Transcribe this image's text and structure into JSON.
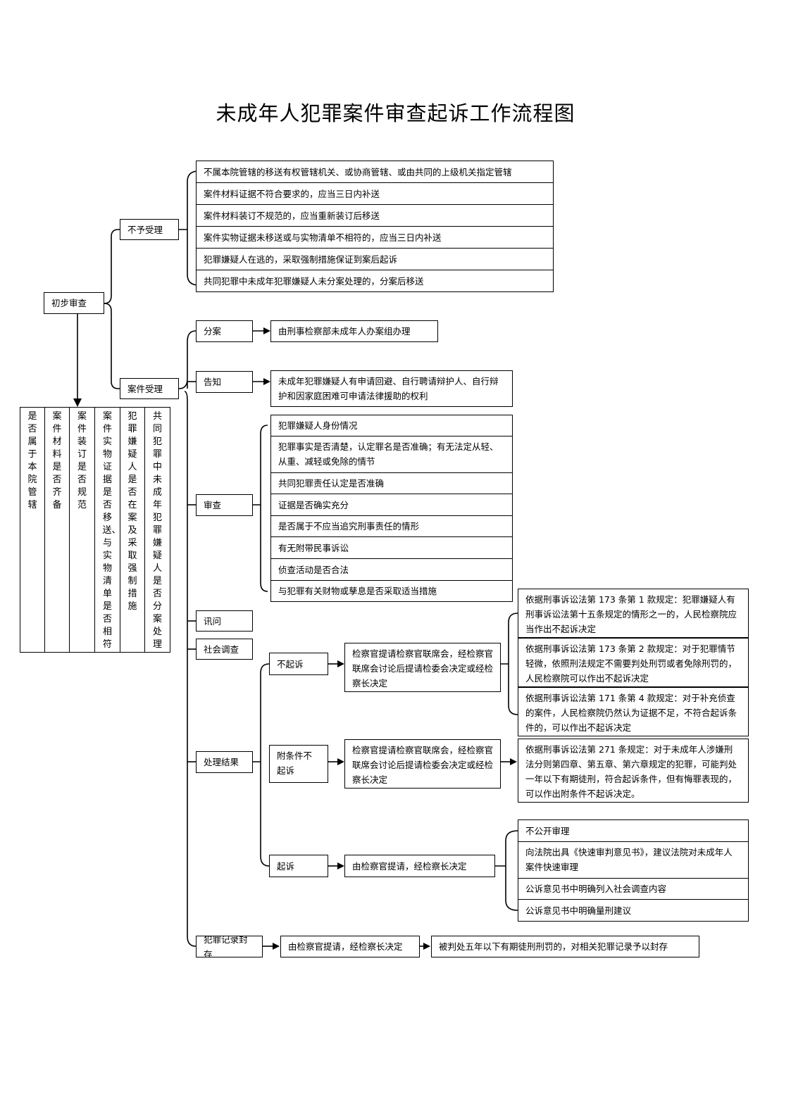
{
  "title": "未成年人犯罪案件审查起诉工作流程图",
  "nodes": {
    "initial_review": "初步审查",
    "not_accepted": "不予受理",
    "accepted": "案件受理",
    "assign": "分案",
    "inform": "告知",
    "review": "审查",
    "interrogate": "讯问",
    "social_investigation": "社会调查",
    "disposition": "处理结果",
    "record_sealing": "犯罪记录封存",
    "no_prosecution": "不起诉",
    "conditional_no_prosecution": "附条件不起诉",
    "prosecution": "起诉"
  },
  "check_items": [
    "是否属于本院管辖",
    "案件材料是否齐备",
    "案件装订是否规范",
    "案件实物证据是否移送、与实物清单是否相符",
    "犯罪嫌疑人是否在案及采取强制措施",
    "共同犯罪中未成年犯罪嫌疑人是否分案处理"
  ],
  "not_accepted_items": [
    "不属本院管辖的移送有权管辖机关、或协商管辖、或由共同的上级机关指定管辖",
    "案件材料证据不符合要求的，应当三日内补送",
    "案件材料装订不规范的，应当重新装订后移送",
    "案件实物证据未移送或与实物清单不相符的，应当三日内补送",
    "犯罪嫌疑人在逃的，采取强制措施保证到案后起诉",
    "共同犯罪中未成年犯罪嫌疑人未分案处理的，分案后移送"
  ],
  "assign_detail": "由刑事检察部未成年人办案组办理",
  "inform_detail": "未成年犯罪嫌疑人有申请回避、自行聘请辩护人、自行辩护和因家庭困难可申请法律援助的权利",
  "review_items": [
    "犯罪嫌疑人身份情况",
    "犯罪事实是否清楚，认定罪名是否准确；有无法定从轻、从重、减轻或免除的情节",
    "共同犯罪责任认定是否准确",
    "证据是否确实充分",
    "是否属于不应当追究刑事责任的情形",
    "有无附带民事诉讼",
    "侦查活动是否合法",
    "与犯罪有关财物或孳息是否采取适当措施"
  ],
  "no_prosecution_process": "检察官提请检察官联席会，经检察官联席会讨论后提请检委会决定或经检察长决定",
  "no_prosecution_basis": [
    "依据刑事诉讼法第 173 条第 1 款规定：犯罪嫌疑人有刑事诉讼法第十五条规定的情形之一的，人民检察院应当作出不起诉决定",
    "依据刑事诉讼法第 173 条第 2 款规定：对于犯罪情节轻微，依照刑法规定不需要判处刑罚或者免除刑罚的，人民检察院可以作出不起诉决定",
    "依据刑事诉讼法第 171 条第 4 款规定：对于补充侦查的案件，人民检察院仍然认为证据不足，不符合起诉条件的，可以作出不起诉决定"
  ],
  "conditional_process": "检察官提请检察官联席会，经检察官联席会讨论后提请检委会决定或经检察长决定",
  "conditional_basis": "依据刑事诉讼法第 271 条规定：对于未成年人涉嫌刑法分则第四章、第五章、第六章规定的犯罪，可能判处一年以下有期徒刑，符合起诉条件，但有悔罪表现的，可以作出附条件不起诉决定。",
  "prosecution_process": "由检察官提请，经检察长决定",
  "prosecution_items": [
    "不公开审理",
    "向法院出具《快速审判意见书》，建议法院对未成年人案件快速审理",
    "公诉意见书中明确列入社会调查内容",
    "公诉意见书中明确量刑建议"
  ],
  "record_process": "由检察官提请，经检察长决定",
  "record_detail": "被判处五年以下有期徒刑刑罚的，对相关犯罪记录予以封存"
}
